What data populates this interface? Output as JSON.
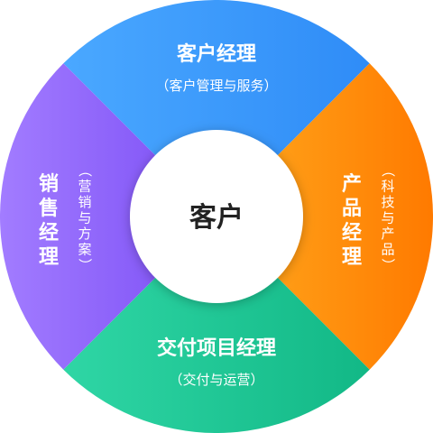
{
  "center": {
    "label": "客户",
    "text_color": "#222222",
    "fill": "#ffffff"
  },
  "segments": {
    "top": {
      "title": "客户经理",
      "subtitle": "（客户管理与服务）",
      "colors": [
        "#4aa8ff",
        "#2f8cf7"
      ]
    },
    "right": {
      "title": "产品经理",
      "subtitle": "（科技与产品）",
      "colors": [
        "#ffaa1e",
        "#ff7a00"
      ]
    },
    "bottom": {
      "title": "交付项目经理",
      "subtitle": "（交付与运营）",
      "colors": [
        "#2fd6a5",
        "#12b886"
      ]
    },
    "left": {
      "title": "销售经理",
      "subtitle": "（营销与方案）",
      "colors": [
        "#a27cff",
        "#7b4df5"
      ]
    }
  }
}
